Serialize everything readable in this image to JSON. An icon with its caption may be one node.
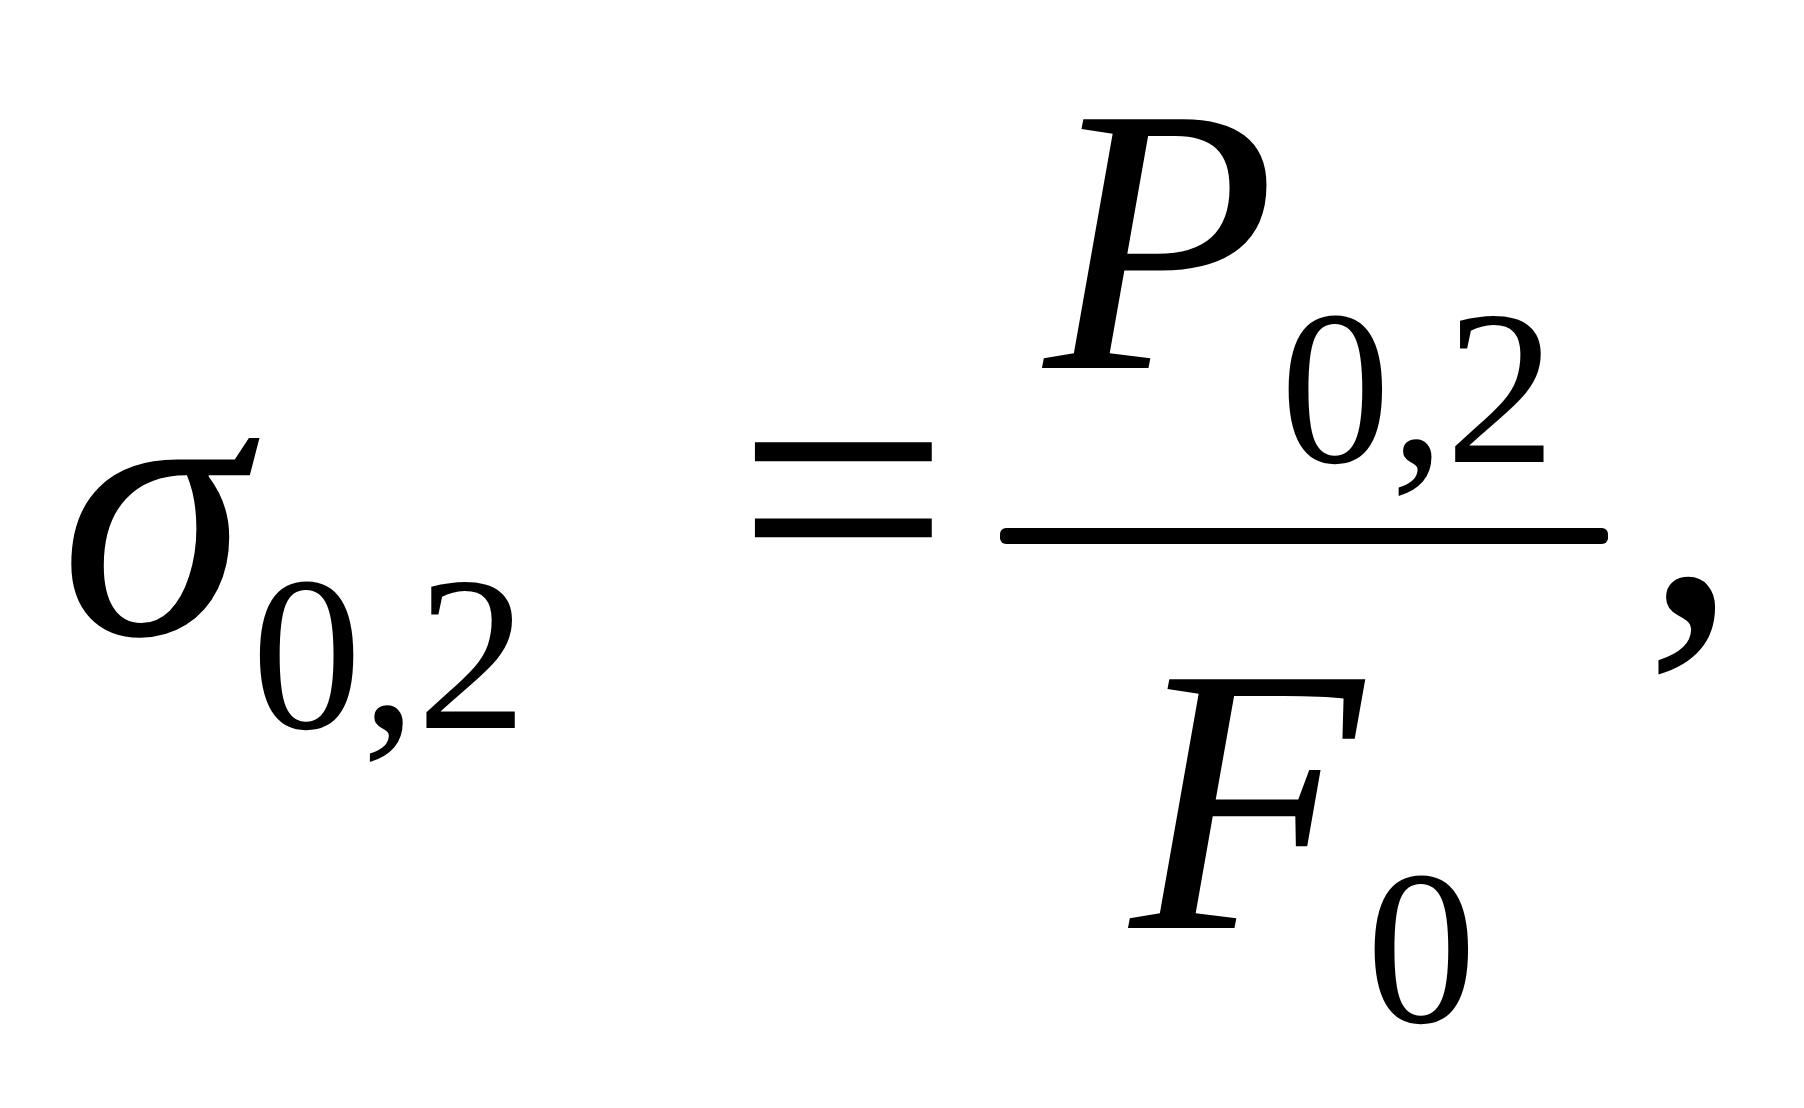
{
  "diagram": {
    "labels": [
      "*σ*$_{0,2}$",
      "=",
      "*P*$_{0,2}$",
      "*F*$_{0}$",
      ","
    ]
  }
}
